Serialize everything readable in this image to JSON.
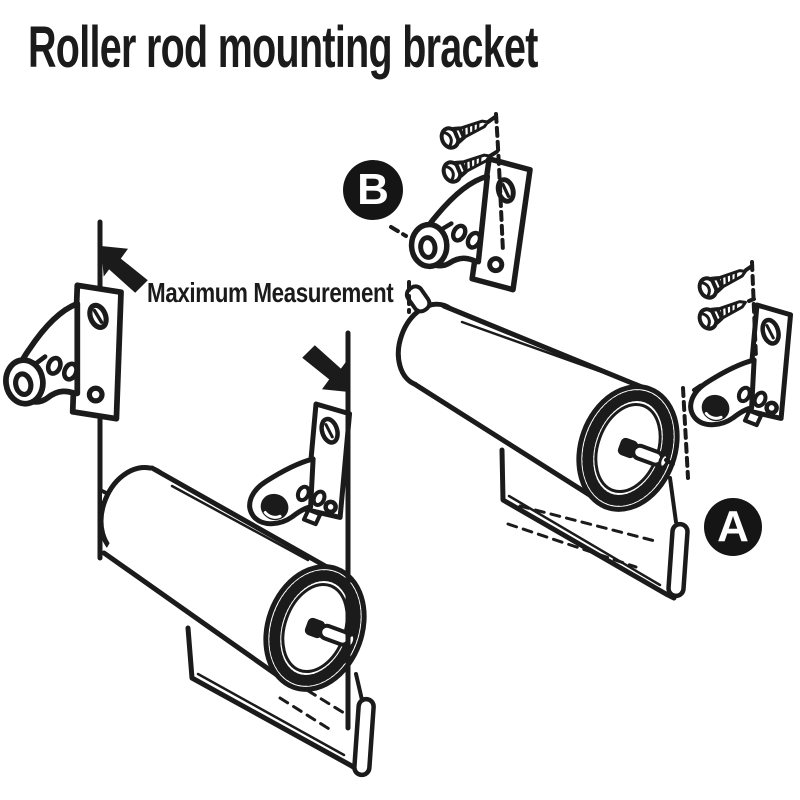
{
  "page": {
    "background": "#ffffff",
    "ink": "#1b1b1b",
    "badge_fill": "#151515",
    "badge_text_color": "#ffffff"
  },
  "title": "Roller rod mounting bracket",
  "diagram": {
    "annotation": "Maximum Measurement",
    "callout_b": "B",
    "callout_a": "A",
    "icons": {
      "measurement_arrows": "solid-black-diagonal-arrow",
      "callout_shape": "filled-circle-letter-badge",
      "fasteners": "pan-head-screws-with-dashed-alignment-lines"
    }
  }
}
